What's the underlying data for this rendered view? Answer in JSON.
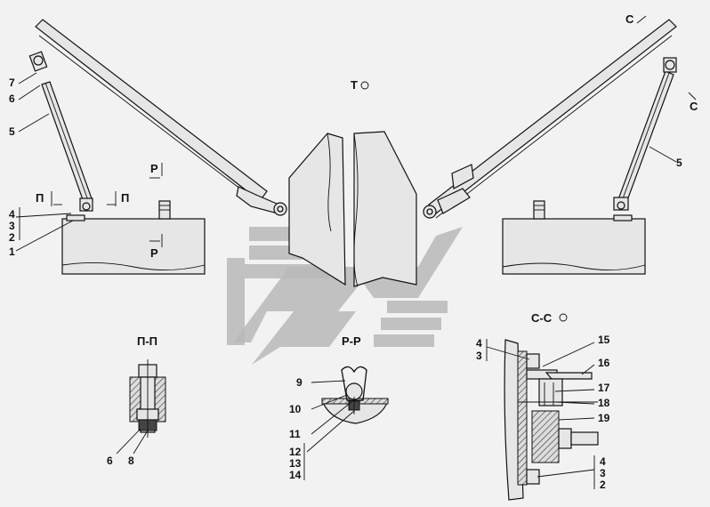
{
  "sections": {
    "t": "Т",
    "p_arrow_upper": "Р",
    "p_arrow_lower": "Р",
    "pi_arrow_left": "П",
    "pi_arrow_right": "П",
    "c_arrow_top": "С",
    "c_arrow_right": "С",
    "pp_title": "П-П",
    "rr_title": "Р-Р",
    "cc_title": "С-С"
  },
  "callouts": {
    "left_7": "7",
    "left_6": "6",
    "left_5": "5",
    "left_4": "4",
    "left_3": "3",
    "left_2": "2",
    "left_1": "1",
    "right_5": "5",
    "pp_6": "6",
    "pp_8": "8",
    "rr_9": "9",
    "rr_10": "10",
    "rr_11": "11",
    "rr_12": "12",
    "rr_13": "13",
    "rr_14": "14",
    "cc_4a": "4",
    "cc_3a": "3",
    "cc_15": "15",
    "cc_16": "16",
    "cc_17": "17",
    "cc_18": "18",
    "cc_19": "19",
    "cc_4b": "4",
    "cc_3b": "3",
    "cc_2b": "2"
  },
  "icons": {
    "watermark": "chevron-logo-watermark"
  },
  "colors": {
    "line": "#111111",
    "background": "#f2f2f2",
    "watermark": "#b8b8b8"
  }
}
